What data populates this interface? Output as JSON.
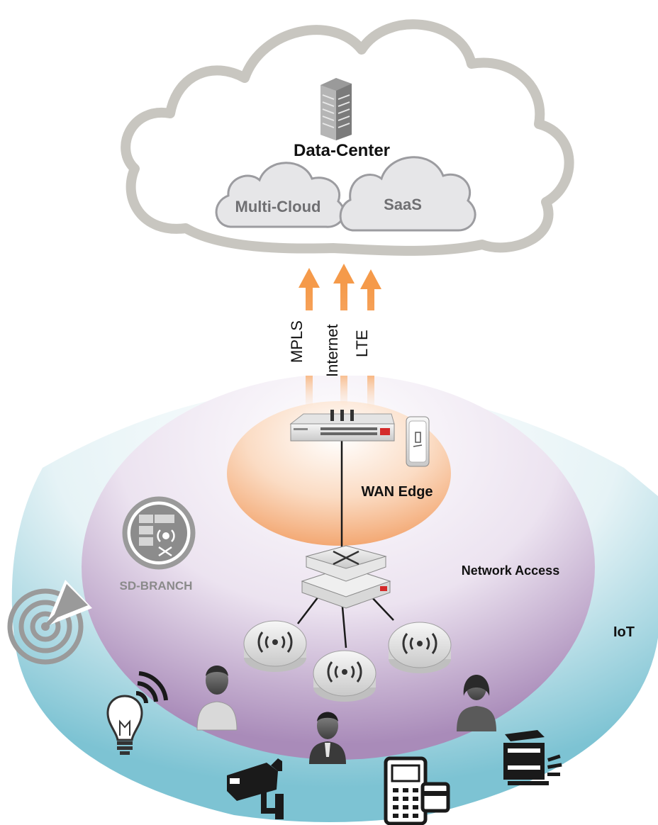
{
  "cloud": {
    "title": "Data-Center",
    "sub_clouds": [
      {
        "label": "Multi-Cloud"
      },
      {
        "label": "SaaS"
      }
    ],
    "icon": "building-icon"
  },
  "links": [
    {
      "label": "MPLS"
    },
    {
      "label": "Internet"
    },
    {
      "label": "LTE"
    }
  ],
  "zones": {
    "wan_edge": "WAN Edge",
    "network_access": "Network Access",
    "iot": "IoT"
  },
  "sd_branch": {
    "label": "SD-BRANCH",
    "icon": "sd-branch-icon"
  },
  "devices": {
    "firewall": "firewall-appliance-icon",
    "lte_modem": "lte-modem-icon",
    "switch": "network-switch-icon",
    "access_points": [
      "access-point-icon",
      "access-point-icon",
      "access-point-icon"
    ],
    "users": [
      "user-icon",
      "user-icon",
      "user-icon"
    ],
    "iot_devices": [
      "radar-icon",
      "smart-bulb-icon",
      "security-camera-icon",
      "pos-terminal-icon",
      "printer-icon"
    ]
  },
  "colors": {
    "cloud_outline": "#c8c6c0",
    "sub_cloud_fill": "#e4e4e6",
    "arrow": "#f5a050",
    "wan_zone": "#f6b98a",
    "access_zone": "#b79cc5",
    "iot_zone": "#8fcad8"
  }
}
